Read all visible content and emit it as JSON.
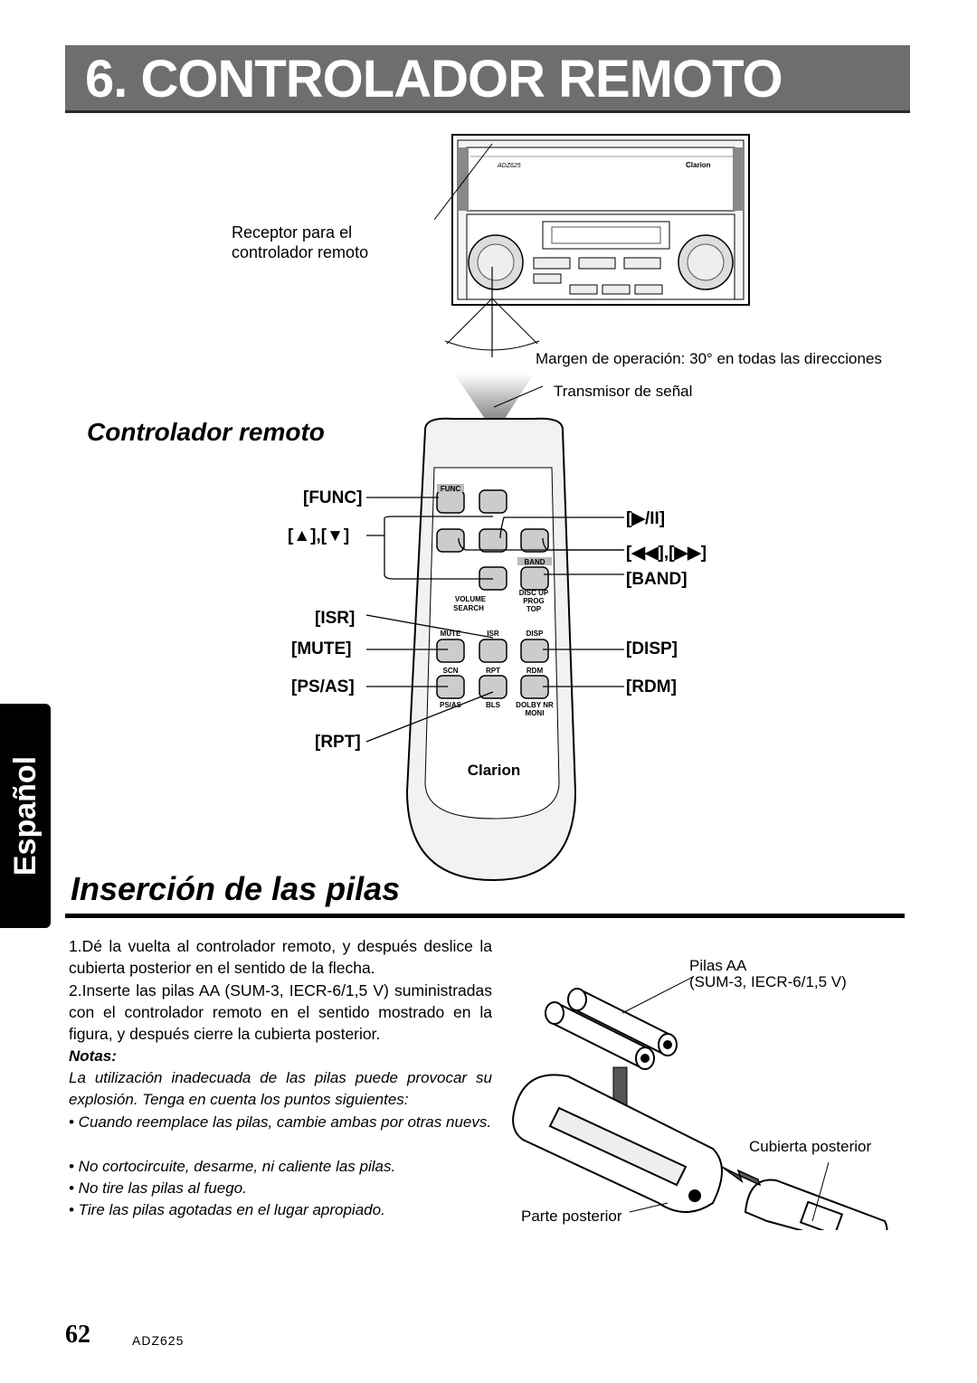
{
  "header": {
    "title": "6. CONTROLADOR REMOTO"
  },
  "top_diagram": {
    "receiver_label_1": "Receptor para el",
    "receiver_label_2": "controlador remoto",
    "operating_margin": "Margen de operación: 30° en todas las direcciones",
    "transmitter": "Transmisor de señal",
    "unit_model": "ADZ625",
    "unit_brand": "Clarion"
  },
  "remote_section": {
    "subtitle": "Controlador remoto",
    "callouts_left": [
      "[FUNC]",
      "[▲],[▼]",
      "[ISR]",
      "[MUTE]",
      "[PS/AS]",
      "[RPT]"
    ],
    "callouts_right": [
      "[▶/II]",
      "[◀◀],[▶▶]",
      "[BAND]",
      "[DISP]",
      "[RDM]"
    ],
    "remote_labels": {
      "func": "FUNC",
      "band": "BAND",
      "volume": "VOLUME",
      "search": "SEARCH",
      "disc_up": "DISC UP",
      "prog": "PROG",
      "top": "TOP",
      "mute": "MUTE",
      "isr": "ISR",
      "disp": "DISP",
      "scn": "SCN",
      "rpt": "RPT",
      "rdm": "RDM",
      "psas": "PS/AS",
      "bls": "BLS",
      "dolby": "DOLBY NR",
      "moni": "MONI",
      "brand": "Clarion"
    }
  },
  "batteries": {
    "title": "Inserción de las pilas",
    "step1": "1.Dé la vuelta al controlador remoto, y después deslice la cubierta posterior en el sentido de la flecha.",
    "step2": "2.Inserte las pilas AA (SUM-3, IECR-6/1,5 V) suministradas con el controlador remoto en el sentido mostrado en la figura, y después cierre la cubierta posterior.",
    "notes_title": "Notas:",
    "notes_intro": "La utilización inadecuada de las pilas puede provocar su explosión. Tenga en cuenta los puntos siguientes:",
    "notes": [
      "• Cuando reemplace las pilas, cambie ambas por otras nuevs.",
      "• No cortocircuite, desarme, ni caliente las pilas.",
      "• No tire las pilas al fuego.",
      "• Tire las pilas agotadas en el lugar apropiado."
    ],
    "label_pilas": "Pilas AA",
    "label_pilas_spec": "(SUM-3, IECR-6/1,5 V)",
    "label_cover": "Cubierta posterior",
    "label_back": "Parte posterior"
  },
  "side_tab": {
    "language": "Español"
  },
  "footer": {
    "page_number": "62",
    "model": "ADZ625"
  }
}
